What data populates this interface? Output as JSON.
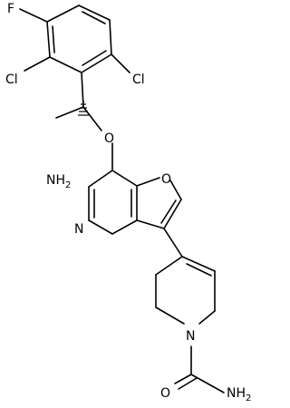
{
  "atom_labels": {
    "fluorine": "F",
    "chlorine_left": "Cl",
    "chlorine_right": "Cl",
    "ether_oxygen": "O",
    "amino": "NH",
    "amino_subscript": "2",
    "furan_oxygen": "O",
    "pyridine_nitrogen": "N",
    "piperidine_nitrogen": "N",
    "carbonyl_oxygen": "O",
    "amide_amino": "NH",
    "amide_amino_subscript": "2"
  }
}
